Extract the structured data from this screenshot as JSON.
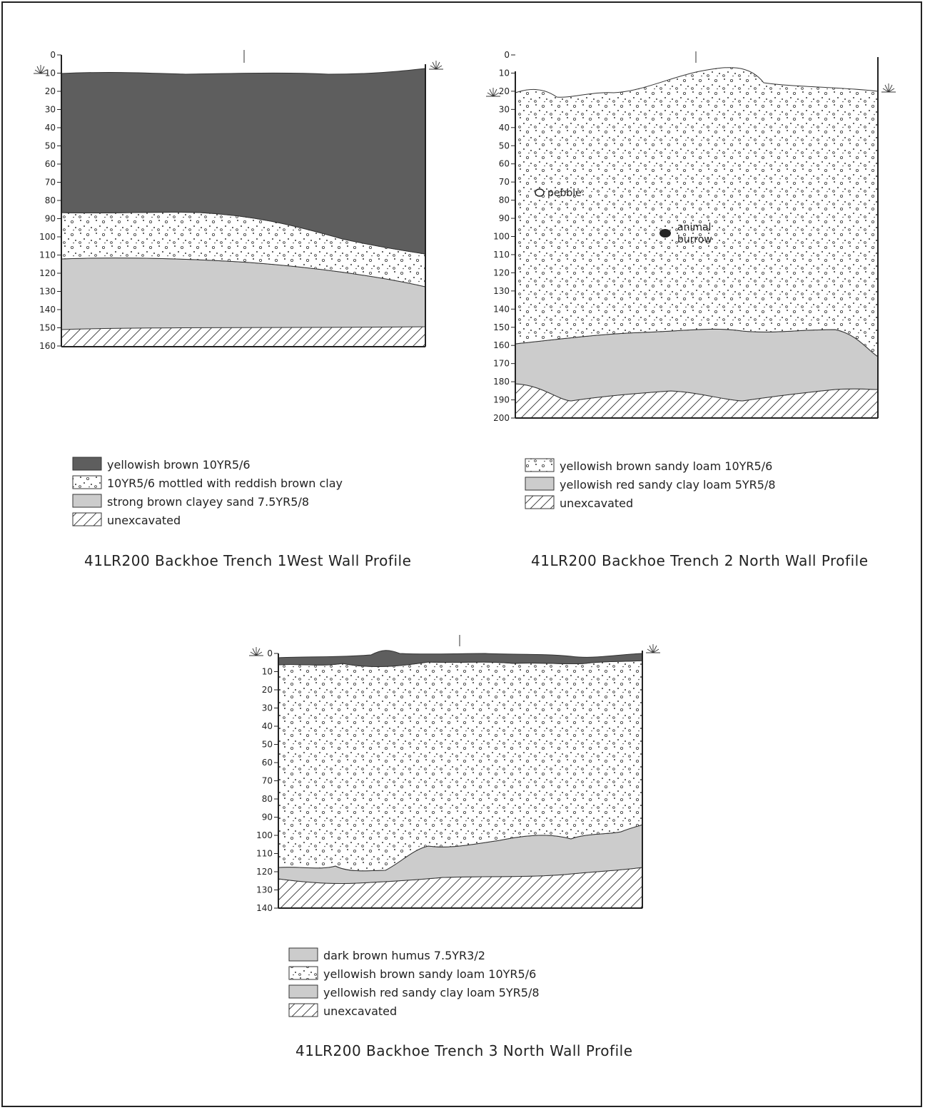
{
  "colors": {
    "dark_layer": "#5e5e5e",
    "light_gray_layer": "#cccccc",
    "dotted_layer_bg": "#ffffff",
    "hatch_line": "#333333",
    "outline": "#222222"
  },
  "profiles": [
    {
      "id": "trench1",
      "caption": "41LR200 Backhoe Trench 1West Wall Profile",
      "depth_ticks": [
        "0",
        "10",
        "20",
        "30",
        "40",
        "50",
        "60",
        "70",
        "80",
        "90",
        "100",
        "110",
        "120",
        "130",
        "140",
        "150",
        "160"
      ],
      "legend": [
        {
          "pattern": "dark",
          "label": "yellowish brown 10YR5/6"
        },
        {
          "pattern": "dots",
          "label": "10YR5/6 mottled with reddish brown clay"
        },
        {
          "pattern": "gray",
          "label": "strong brown clayey sand 7.5YR5/8"
        },
        {
          "pattern": "hatch",
          "label": "unexcavated"
        }
      ],
      "annotations": []
    },
    {
      "id": "trench2",
      "caption": "41LR200 Backhoe Trench 2 North Wall Profile",
      "depth_ticks": [
        "0",
        "10",
        "20",
        "30",
        "40",
        "50",
        "60",
        "70",
        "80",
        "90",
        "100",
        "110",
        "120",
        "130",
        "140",
        "150",
        "160",
        "170",
        "180",
        "190",
        "200"
      ],
      "legend": [
        {
          "pattern": "dots",
          "label": "yellowish brown sandy loam 10YR5/6"
        },
        {
          "pattern": "gray",
          "label": "yellowish red sandy clay loam 5YR5/8"
        },
        {
          "pattern": "hatch",
          "label": "unexcavated"
        }
      ],
      "annotations": [
        {
          "label": "pebble",
          "icon": "pebble-icon"
        },
        {
          "label_line1": "animal",
          "label_line2": "burrow",
          "icon": "burrow-icon"
        }
      ]
    },
    {
      "id": "trench3",
      "caption": "41LR200 Backhoe Trench 3 North Wall Profile",
      "depth_ticks": [
        "0",
        "10",
        "20",
        "30",
        "40",
        "50",
        "60",
        "70",
        "80",
        "90",
        "100",
        "110",
        "120",
        "130",
        "140"
      ],
      "legend": [
        {
          "pattern": "gray",
          "label": "dark brown humus 7.5YR3/2"
        },
        {
          "pattern": "dots",
          "label": "yellowish brown sandy loam 10YR5/6"
        },
        {
          "pattern": "gray",
          "label": "yellowish red sandy clay loam 5YR5/8"
        },
        {
          "pattern": "hatch",
          "label": "unexcavated"
        }
      ],
      "annotations": []
    }
  ]
}
